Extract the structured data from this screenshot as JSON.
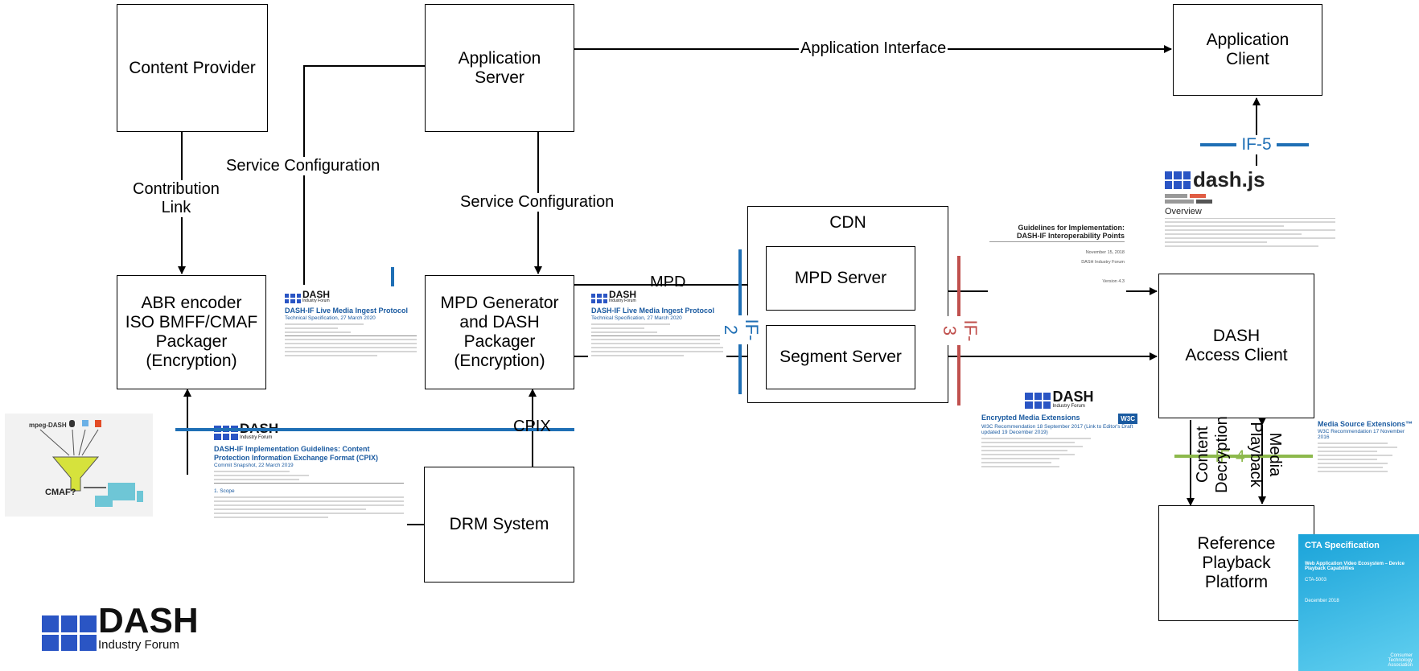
{
  "boxes": {
    "content_provider": "Content Provider",
    "application_server": "Application\nServer",
    "application_client": "Application\nClient",
    "abr_encoder": "ABR encoder\nISO BMFF/CMAF\nPackager\n(Encryption)",
    "mpd_generator": "MPD Generator\nand DASH\nPackager\n(Encryption)",
    "cdn": "CDN",
    "mpd_server": "MPD Server",
    "segment_server": "Segment Server",
    "dash_access_client": "DASH\nAccess Client",
    "drm_system": "DRM System",
    "reference_playback": "Reference\nPlayback\nPlatform"
  },
  "edges": {
    "application_interface": "Application Interface",
    "contribution_link": "Contribution\nLink",
    "service_config_left": "Service Configuration",
    "service_config_mid": "Service Configuration",
    "cpix": "CPIX",
    "mpd_partial": "MPD",
    "content_decryption": "Content\nDecryption",
    "media_playback": "Media\nPlayback"
  },
  "interfaces": {
    "if2": "IF-2",
    "if3": "IF-3",
    "if4": "IF-4",
    "if5": "IF-5"
  },
  "colors": {
    "if_blue": "#1f6fb5",
    "if_red": "#c0504d",
    "if_green": "#8db94c",
    "logo_blue": "#2a55c4"
  },
  "docs": {
    "ingest1": {
      "brand": "DASH",
      "brand_sub": "Industry Forum",
      "title": "DASH-IF Live Media Ingest Protocol",
      "subtitle": "Technical Specification, 27 March 2020"
    },
    "ingest2": {
      "brand": "DASH",
      "brand_sub": "Industry Forum",
      "title": "DASH-IF Live Media Ingest Protocol",
      "subtitle": "Technical Specification, 27 March 2020"
    },
    "cpix": {
      "brand": "DASH",
      "brand_sub": "Industry Forum",
      "title": "DASH-IF Implementation Guidelines: Content Protection Information Exchange Format (CPIX)",
      "subtitle": "Commit Snapshot, 22 March 2019",
      "section": "1. Scope"
    },
    "iop": {
      "title": "Guidelines for Implementation:\nDASH-IF Interoperability Points",
      "date": "November 15, 2018",
      "org": "DASH Industry Forum",
      "version": "Version 4.3"
    },
    "eme": {
      "brand": "DASH",
      "brand_sub": "Industry Forum",
      "title": "Encrypted Media Extensions",
      "subtitle": "W3C Recommendation 18 September 2017 (Link to Editor's Draft updated 19 December 2019)",
      "badge": "W3C"
    },
    "mse": {
      "title": "Media Source Extensions™",
      "subtitle": "W3C Recommendation 17 November 2016"
    },
    "cta": {
      "title": "CTA Specification",
      "subtitle": "Web Application Video Ecosystem – Device Playback Capabilities",
      "number": "CTA-5003",
      "date": "December 2018",
      "footer": "Consumer\nTechnology\nAssociation"
    },
    "dashjs": {
      "brand": "dash.js",
      "heading": "Overview"
    }
  },
  "cmaf_graphic": {
    "label": "CMAF?",
    "sources": [
      "mpeg-DASH"
    ]
  },
  "main_logo": {
    "word": "DASH",
    "sub": "Industry Forum"
  }
}
